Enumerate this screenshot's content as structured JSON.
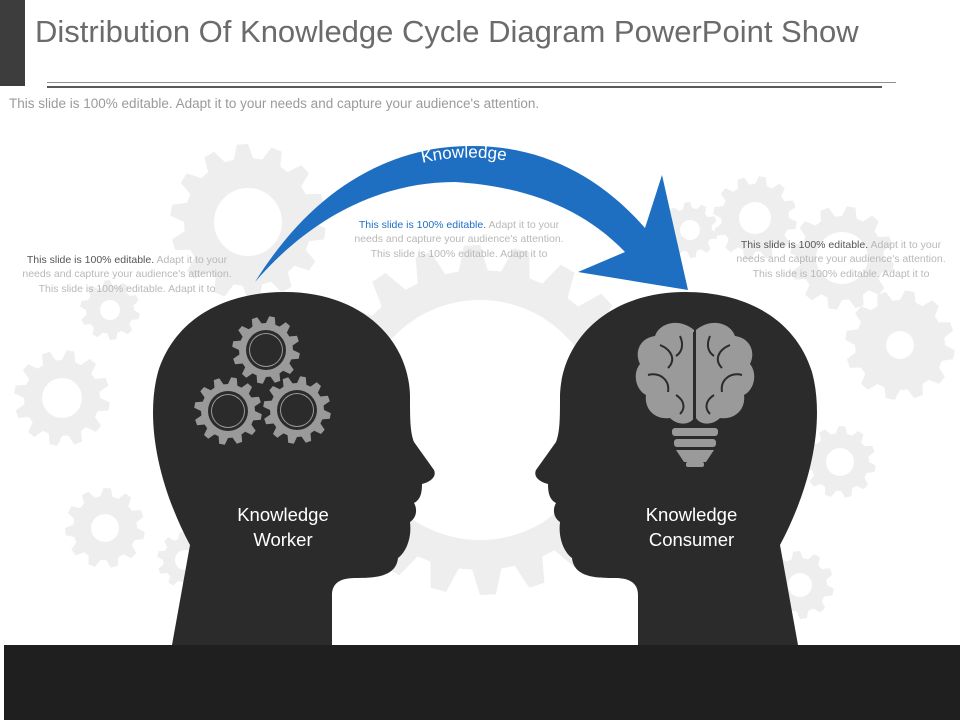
{
  "slide": {
    "title": "Distribution Of Knowledge Cycle Diagram PowerPoint Show",
    "subtitle": "This slide is 100% editable. Adapt it to your needs and capture your audience's attention."
  },
  "arrow": {
    "label": "Knowledge",
    "color": "#1e6fc1"
  },
  "notes": {
    "left": {
      "lead": "This slide is 100% editable.",
      "body": " Adapt it to your needs and capture your audience's attention. This slide is 100% editable. Adapt it to"
    },
    "center": {
      "lead": "This slide is 100% editable.",
      "body": " Adapt it to your needs and capture your audience's attention. This slide is 100% editable. Adapt it to"
    },
    "right": {
      "lead": "This slide is 100% editable.",
      "body": " Adapt it to your needs and capture your audience's attention. This slide is 100% editable. Adapt it to"
    }
  },
  "heads": {
    "left": {
      "label_line1": "Knowledge",
      "label_line2": "Worker",
      "icon": "gears-icon"
    },
    "right": {
      "label_line1": "Knowledge",
      "label_line2": "Consumer",
      "icon": "brain-bulb-icon"
    }
  },
  "colors": {
    "head": "#2b2b2b",
    "background_gears": "#eeeeee",
    "icon": "#9a9a9a",
    "band": "#1f1f1f"
  }
}
